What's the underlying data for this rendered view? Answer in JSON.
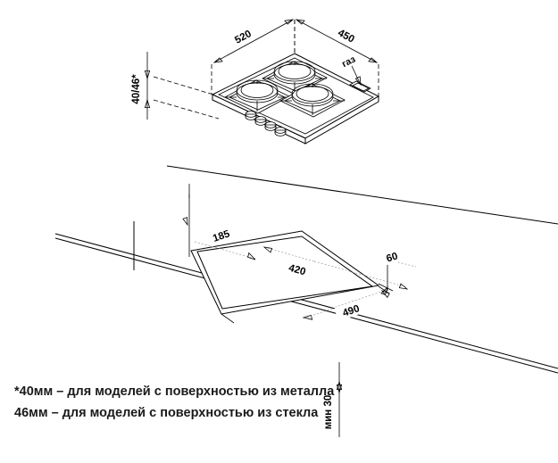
{
  "document": {
    "type": "technical-installation-drawing",
    "subject": "gas-hob-cooktop-installation-dimensions",
    "units": "mm"
  },
  "top_view": {
    "label_width": "520",
    "label_depth": "450",
    "label_height": "40/46*",
    "label_gas": "газ",
    "burner_count": 3,
    "knob_count": 4
  },
  "cutout_view": {
    "label_front_offset": "185",
    "label_cutout_depth": "420",
    "label_cutout_width": "490",
    "label_rear_gap": "60",
    "label_min_clearance": "мин 30"
  },
  "footnotes": {
    "line1": "*40мм – для моделей с поверхностью  из металла",
    "line2": "46мм – для моделей с поверхностью  из стекла"
  },
  "colors": {
    "line": "#000000",
    "leader": "#9a9a9a",
    "background": "#ffffff",
    "text": "#1a1a1a"
  }
}
